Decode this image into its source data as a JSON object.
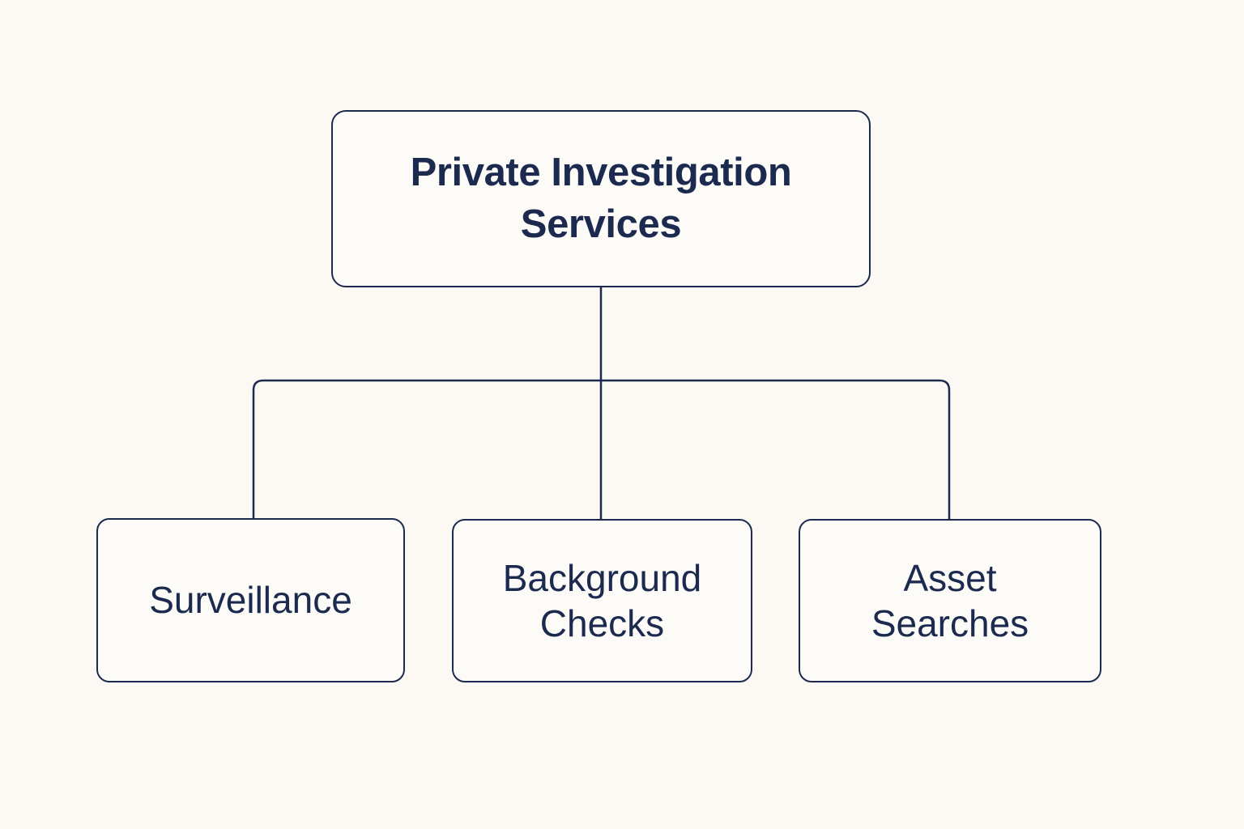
{
  "diagram": {
    "type": "organizational-tree",
    "title": "Private Investigation Services",
    "orientation": "top-down",
    "background_color": "#FCF9F4",
    "node_fill_color": "#FDFBF8",
    "line_color": "#1B2A4E",
    "text_color": "#1B2A4E",
    "root": {
      "label": "Private Investigation Services",
      "emphasis": "bold"
    },
    "children": [
      {
        "label": "Surveillance",
        "emphasis": "regular"
      },
      {
        "label": "Background\nChecks",
        "emphasis": "regular"
      },
      {
        "label": "Asset\nSearches",
        "emphasis": "regular"
      }
    ],
    "connectors": {
      "style": "orthogonal-rounded",
      "stem_from_root": true,
      "branch_count": 3
    }
  }
}
